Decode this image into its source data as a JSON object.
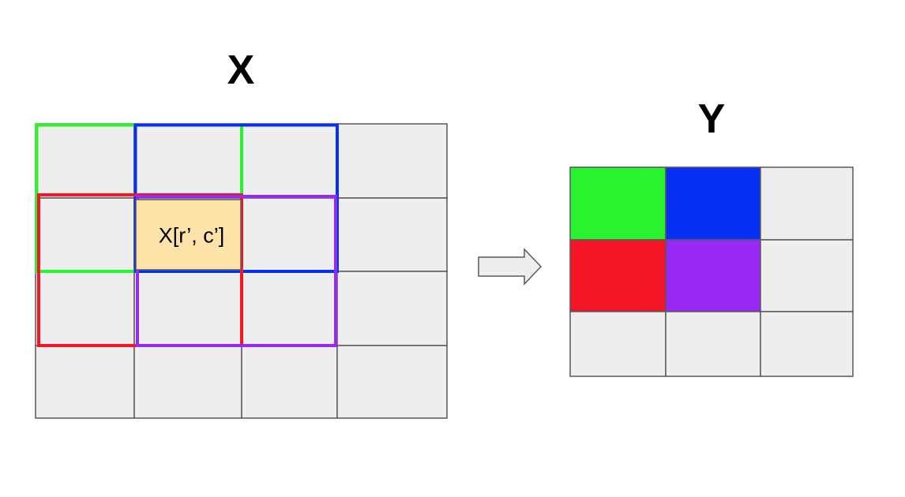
{
  "input_grid": {
    "title": "X",
    "rows": 4,
    "cols": 4,
    "highlight_label": "X[r’, c’]"
  },
  "output_grid": {
    "title": "Y",
    "rows": 3,
    "cols": 3
  },
  "colors": {
    "cell_fill": "#eeeeee",
    "grid_line": "#595959",
    "highlight_fill": "#fde3a7",
    "green": "#29f32e",
    "blue": "#0631f5",
    "red": "#f61427",
    "purple": "#9828f3",
    "arrow_fill": "#eeeeee",
    "arrow_stroke": "#595959"
  },
  "windows": [
    {
      "name": "green",
      "color_key": "green",
      "origin": [
        0,
        0
      ],
      "size": [
        2,
        2
      ],
      "output_cell": [
        0,
        0
      ]
    },
    {
      "name": "blue",
      "color_key": "blue",
      "origin": [
        0,
        1
      ],
      "size": [
        2,
        2
      ],
      "output_cell": [
        0,
        1
      ]
    },
    {
      "name": "red",
      "color_key": "red",
      "origin": [
        1,
        0
      ],
      "size": [
        2,
        2
      ],
      "output_cell": [
        1,
        0
      ]
    },
    {
      "name": "purple",
      "color_key": "purple",
      "origin": [
        1,
        1
      ],
      "size": [
        2,
        2
      ],
      "output_cell": [
        1,
        1
      ]
    }
  ],
  "highlight_cell": [
    1,
    1
  ]
}
